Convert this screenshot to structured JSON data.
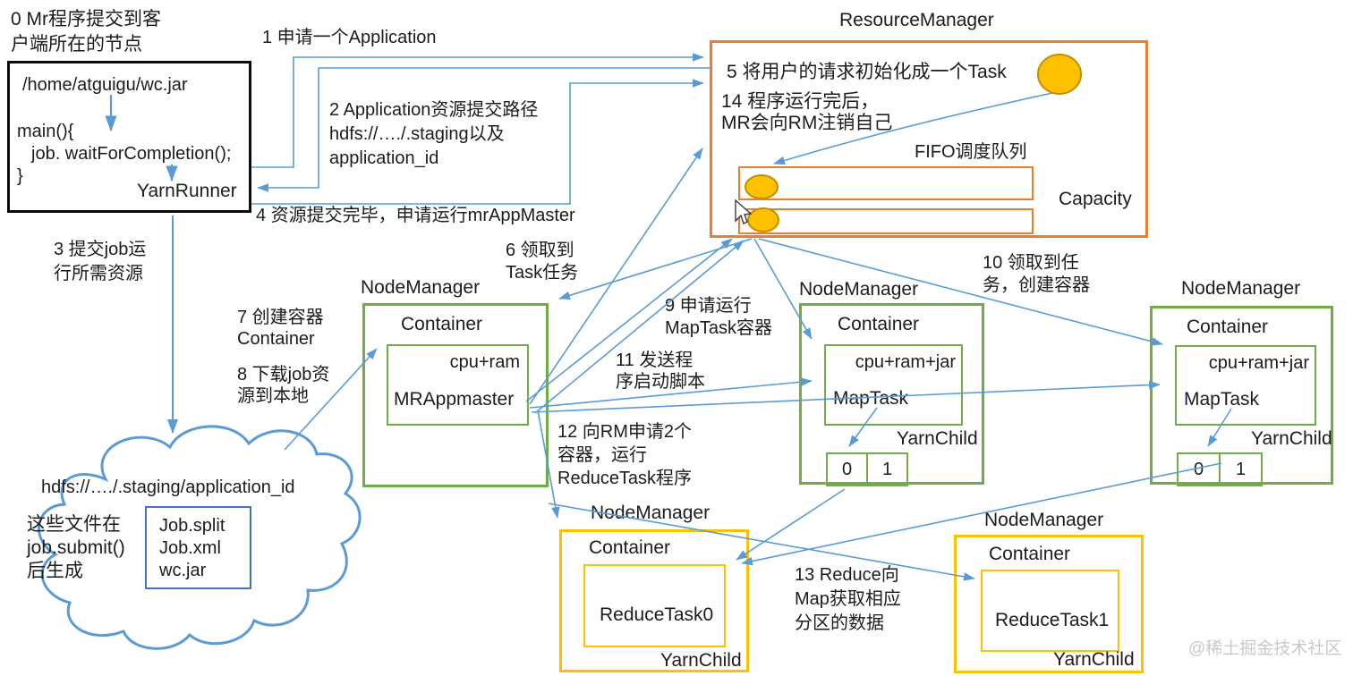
{
  "client": {
    "note_line1": "0 Mr程序提交到客",
    "note_line2": "户端所在的节点",
    "jar_path": "/home/atguigu/wc.jar",
    "code_line1": "main(){",
    "code_line2": "job. waitForCompletion();",
    "code_line3": "}",
    "runner": "YarnRunner"
  },
  "messages": {
    "m1": "1 申请一个Application",
    "m2_l1": "2 Application资源提交路径",
    "m2_l2": "hdfs://…./.staging以及",
    "m2_l3": "application_id",
    "m3_l1": "3 提交job运",
    "m3_l2": "行所需资源",
    "m4": "4 资源提交完毕，申请运行mrAppMaster",
    "m5": "5 将用户的请求初始化成一个Task",
    "m14_l1": "14 程序运行完后，",
    "m14_l2": "MR会向RM注销自己",
    "m6_l1": "6 领取到",
    "m6_l2": "Task任务",
    "m7_l1": "7 创建容器",
    "m7_l2": "Container",
    "m8_l1": "8 下载job资",
    "m8_l2": "源到本地",
    "m9_l1": "9 申请运行",
    "m9_l2": "MapTask容器",
    "m10_l1": "10 领取到任",
    "m10_l2": "务，创建容器",
    "m11_l1": "11 发送程",
    "m11_l2": "序启动脚本",
    "m12_l1": "12 向RM申请2个",
    "m12_l2": "容器，运行",
    "m12_l3": "ReduceTask程序",
    "m13_l1": "13 Reduce向",
    "m13_l2": "Map获取相应",
    "m13_l3": "分区的数据"
  },
  "resource_manager": {
    "title": "ResourceManager",
    "fifo_label": "FIFO调度队列",
    "capacity_label": "Capacity"
  },
  "node_manager": {
    "title": "NodeManager",
    "container_label": "Container",
    "nm1_resource": "cpu+ram",
    "nm1_process": "MRAppmaster",
    "map_resource": "cpu+ram+jar",
    "map_process": "MapTask",
    "yarn_child": "YarnChild",
    "slot0": "0",
    "slot1": "1",
    "reduce0": "ReduceTask0",
    "reduce1": "ReduceTask1"
  },
  "hdfs": {
    "path": "hdfs://…./.staging/application_id",
    "note_l1": "这些文件在",
    "note_l2": "job.submit()",
    "note_l3": "后生成",
    "files": [
      "Job.split",
      "Job.xml",
      "wc.jar"
    ]
  },
  "watermark": "@稀土掘金技术社区",
  "colors": {
    "orange": "#ED7D31",
    "green": "#70AD47",
    "gold": "#FFC000",
    "arrow_blue": "#5B9BD5",
    "file_box_blue": "#4472C4"
  }
}
